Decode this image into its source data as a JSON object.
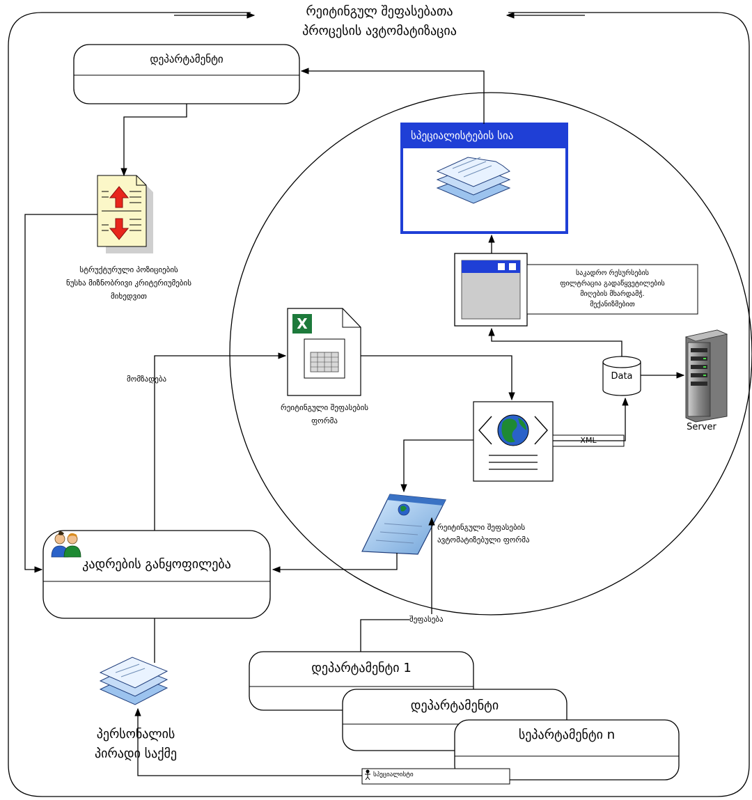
{
  "title": {
    "line1": "რეიტინგულ შეფასებათა",
    "line2": "პროცესის ავტომატიზაცია"
  },
  "boxes": {
    "department_top": "დეპარტამენტი",
    "specialists_list": "სპეციალისტების სია",
    "hr_department": "კადრების განყოფილება",
    "department_1": "დეპარტამენტი 1",
    "department_2": "დეპარტამენტი",
    "department_n": "სეპარტამენტი n"
  },
  "labels": {
    "structural_positions_line1": "სტრუქტურული პოზიციების",
    "structural_positions_line2": "ნუსხა მიზნობრივი კრიტერიუმების",
    "structural_positions_line3": "მიხედვით",
    "preparation": "მომზადება",
    "rating_form_line1": "რეიტინგული შეფასების",
    "rating_form_line2": "ფორმა",
    "filter_line1": "საკადრო რესურსების",
    "filter_line2": "ფილტრაცია გადაწყვეტილების",
    "filter_line3": "მიღების მხარდამჭ.",
    "filter_line4": "მექანიზმებით",
    "data": "Data",
    "server": "Server",
    "xml": "XML",
    "auto_form_line1": "რეიტინგული შეფასების",
    "auto_form_line2": "ავტომატიზებული ფორმა",
    "evaluation": "შეფასება",
    "personal_file_line1": "პერსონალის",
    "personal_file_line2": "პირადი საქმე",
    "specialist": "სპეციალისტი"
  },
  "icons": [
    "excel-icon",
    "document-arrows-icon",
    "document-stack-icon",
    "web-page-globe-icon",
    "server-icon",
    "database-icon",
    "window-icon",
    "people-icon",
    "personal-file-icon",
    "web-form-icon",
    "person-icon"
  ],
  "colors": {
    "window_blue": "#1f3fd6",
    "arrow_red": "#e8261c",
    "doc_yellow": "#fbf7c8",
    "globe_blue": "#2a62c9",
    "globe_green": "#1e8a33",
    "excel_green": "#1d7a3b"
  }
}
